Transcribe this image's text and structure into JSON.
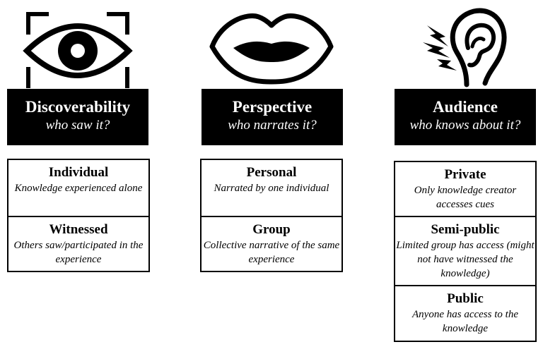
{
  "columns": [
    {
      "icon": "eye-icon",
      "title": "Discoverability",
      "subtitle": "who saw it?",
      "items": [
        {
          "name": "Individual",
          "desc": "Knowledge experienced alone"
        },
        {
          "name": "Witnessed",
          "desc": "Others saw/participated in the experience"
        }
      ]
    },
    {
      "icon": "lips-icon",
      "title": "Perspective",
      "subtitle": "who narrates it?",
      "items": [
        {
          "name": "Personal",
          "desc": "Narrated by one individual"
        },
        {
          "name": "Group",
          "desc": "Collective narrative of the same experience"
        }
      ]
    },
    {
      "icon": "ear-icon",
      "title": "Audience",
      "subtitle": "who knows about it?",
      "items": [
        {
          "name": "Private",
          "desc": "Only knowledge creator accesses cues"
        },
        {
          "name": "Semi-public",
          "desc": "Limited group has access (might not have witnessed the knowledge)"
        },
        {
          "name": "Public",
          "desc": "Anyone has access to the knowledge"
        }
      ]
    }
  ]
}
